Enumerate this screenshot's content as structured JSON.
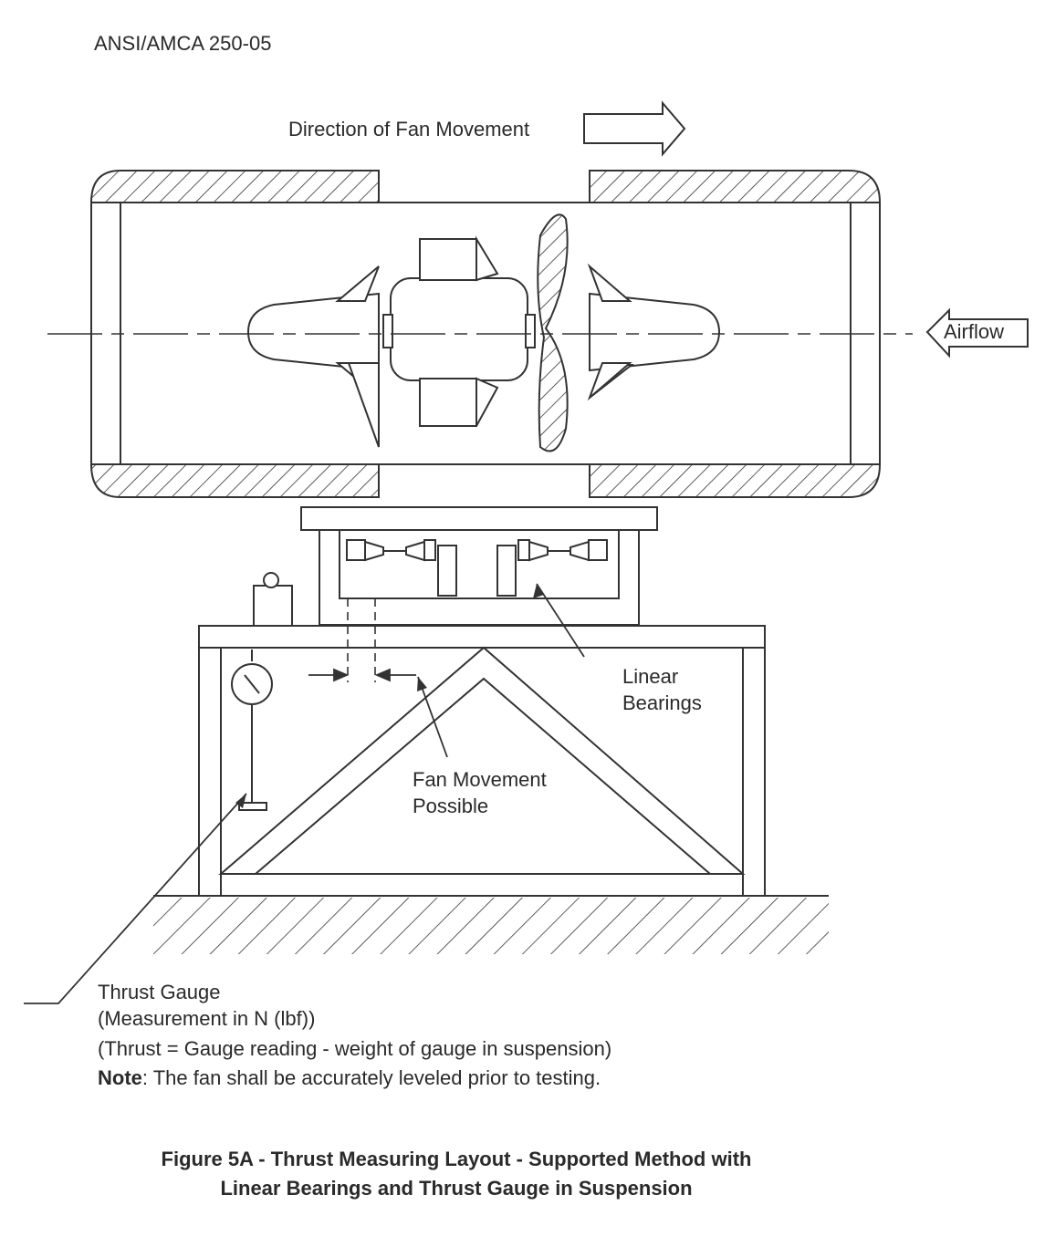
{
  "header": {
    "code": "ANSI/AMCA 250-05"
  },
  "labels": {
    "direction": "Direction of Fan Movement",
    "airflow": "Airflow",
    "linear_bearings_1": "Linear",
    "linear_bearings_2": "Bearings",
    "fan_movement_1": "Fan Movement",
    "fan_movement_2": "Possible"
  },
  "thrust_gauge": {
    "title": "Thrust Gauge",
    "measurement": "(Measurement in N (lbf))",
    "formula": "(Thrust = Gauge reading - weight of gauge in suspension)",
    "note_label": "Note",
    "note_text": ": The fan shall be accurately leveled prior to testing."
  },
  "caption": {
    "line1": "Figure 5A - Thrust Measuring Layout - Supported Method with",
    "line2": "Linear Bearings and Thrust Gauge in Suspension"
  },
  "colors": {
    "ink": "#2a2a2a",
    "background": "#ffffff"
  }
}
